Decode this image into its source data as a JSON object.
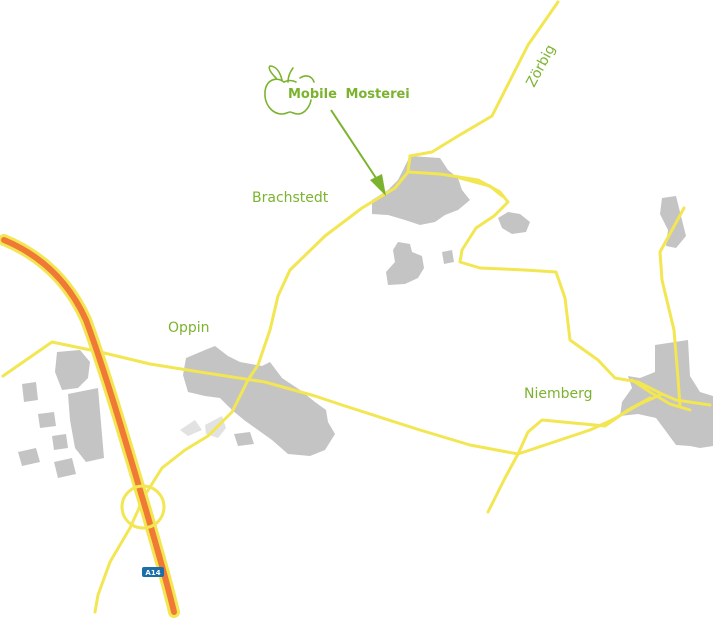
{
  "brand": {
    "name_first": "Mobile",
    "name_second": "Mosterei",
    "logo_icon": "apple-icon"
  },
  "places": {
    "brachstedt": "Brachstedt",
    "oppin": "Oppin",
    "niemberg": "Niemberg",
    "zoerbig": "Zörbig"
  },
  "motorway": {
    "shield": "A14"
  },
  "colors": {
    "road": "#f2e652",
    "motorway_fill": "#f07a35",
    "motorway_casing": "#f2e652",
    "settlement": "#c4c4c4",
    "label": "#7bb32e",
    "shield": "#1a6fa8"
  }
}
